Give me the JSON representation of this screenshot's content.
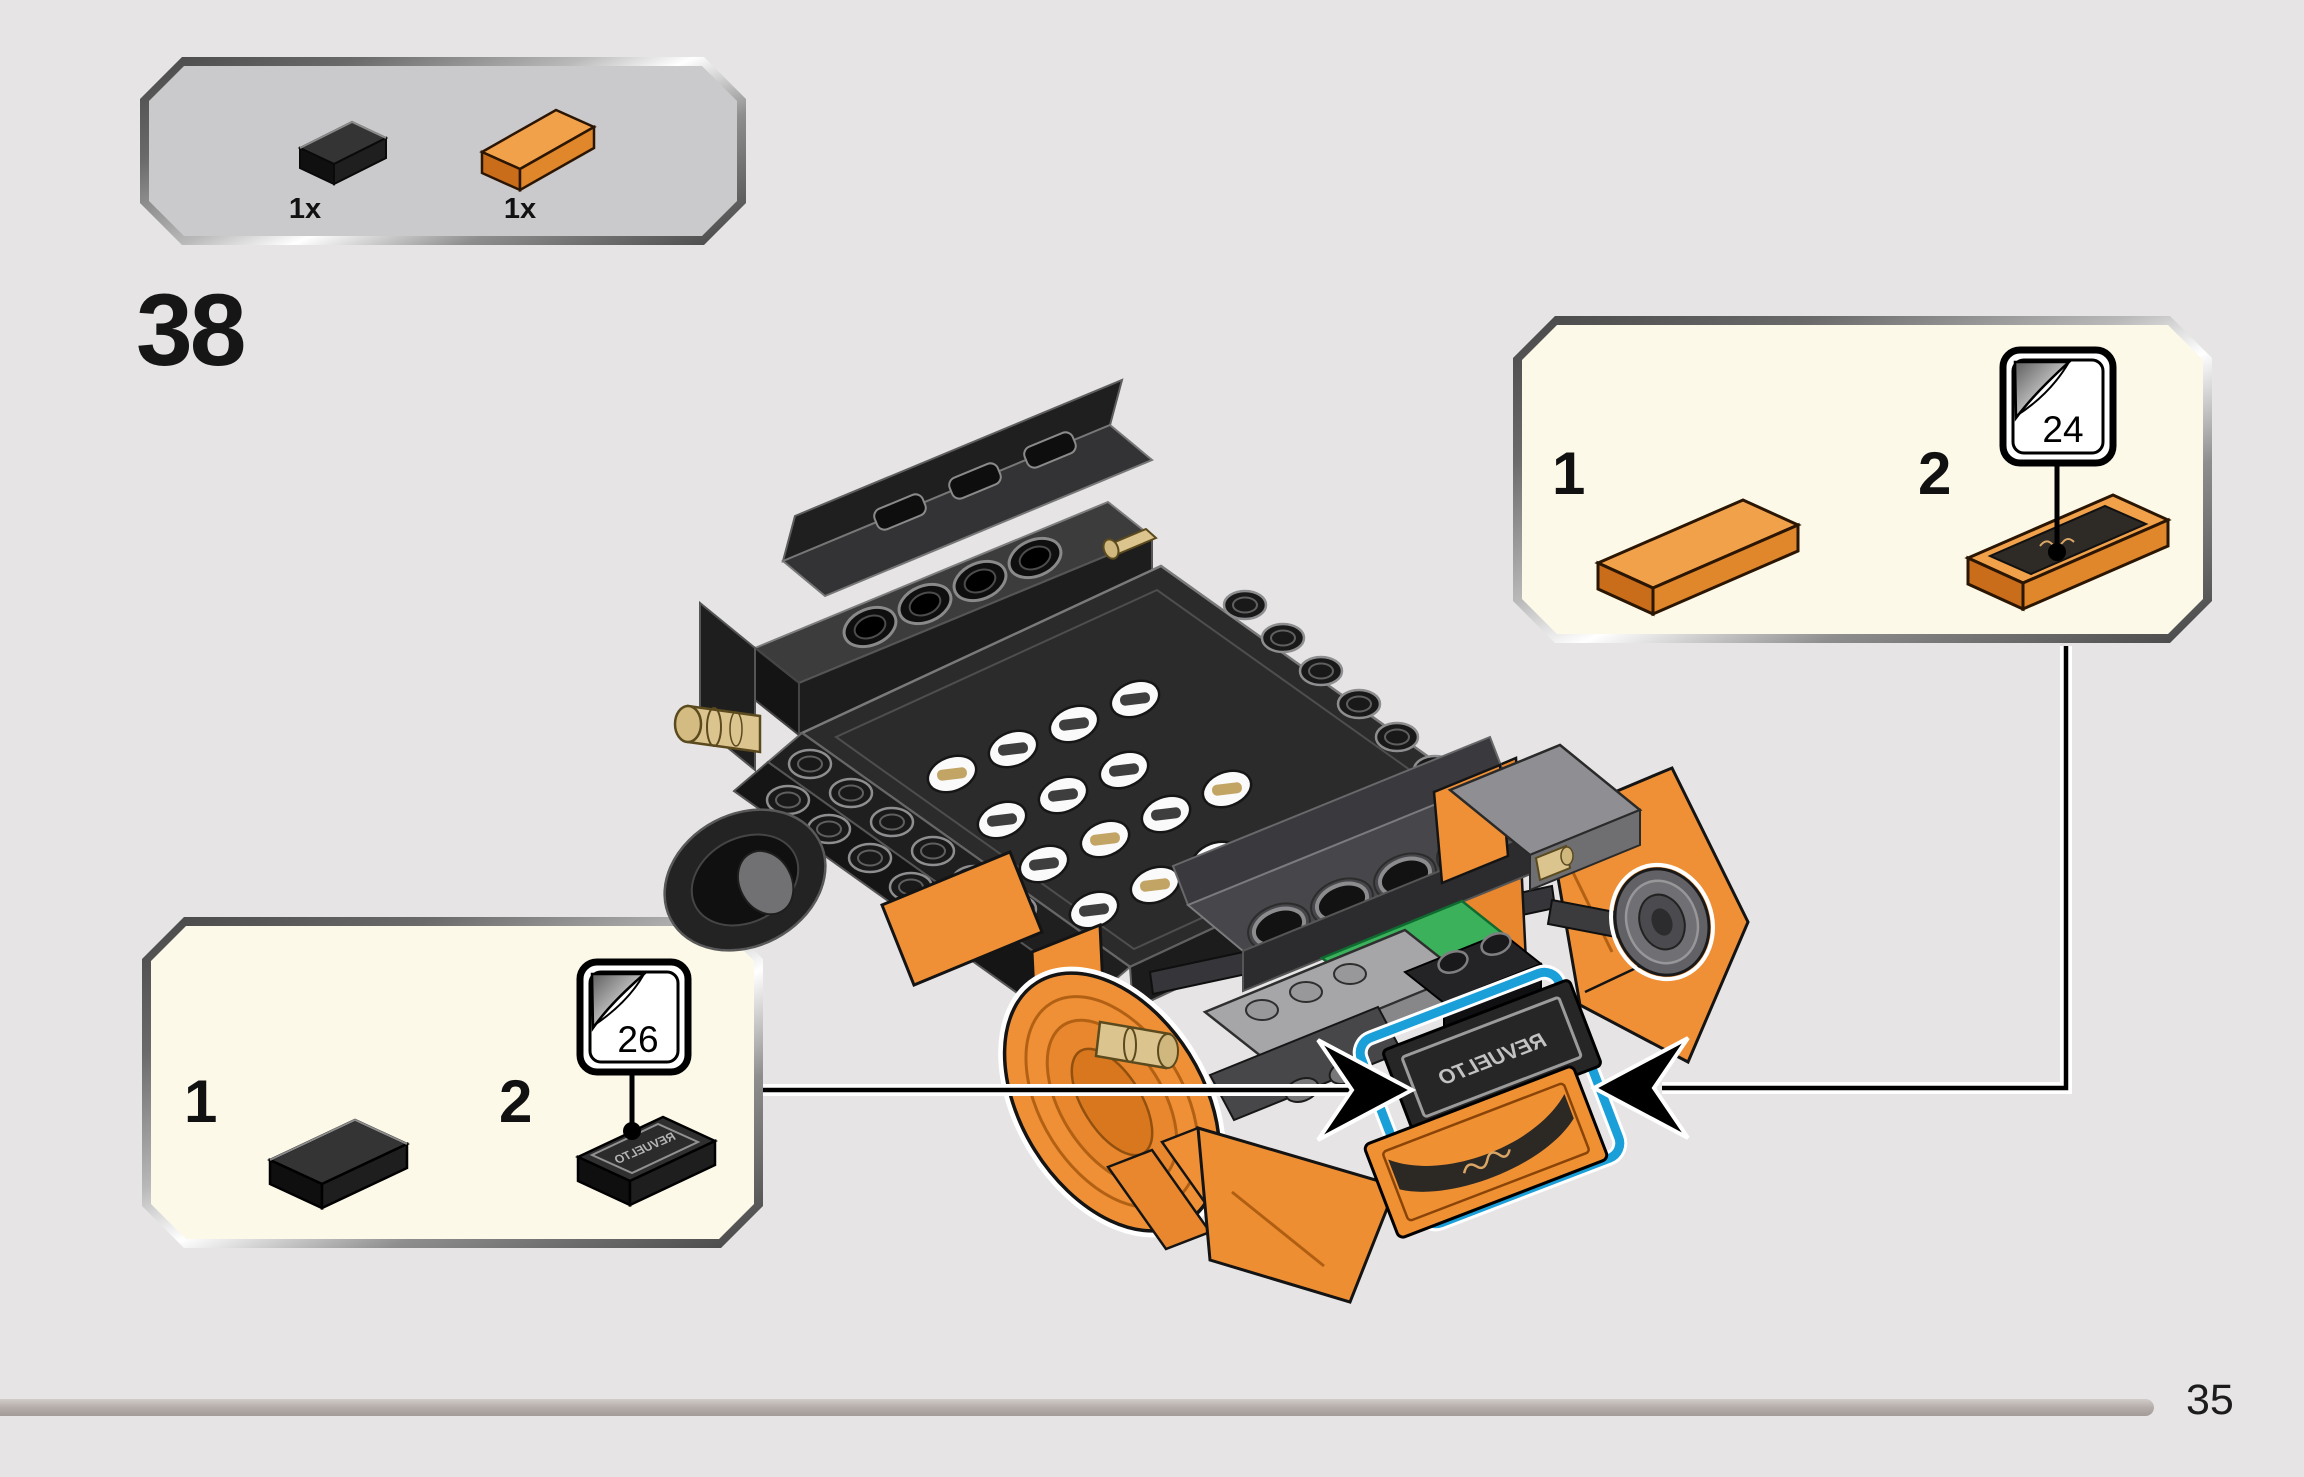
{
  "page": {
    "step_number": "38",
    "page_number": "35",
    "background": "#e6e4e5"
  },
  "parts_box": {
    "items": [
      {
        "count": "1x",
        "part": "tile 1x2 black"
      },
      {
        "count": "1x",
        "part": "tile 1x3 orange"
      }
    ]
  },
  "callout_left": {
    "step_1_label": "1",
    "step_2_label": "2",
    "sticker_number": "26",
    "sticker_text": "REVUELTO",
    "parts": [
      "tile 1x2 black",
      "tile 1x2 black with sticker 26"
    ]
  },
  "callout_right": {
    "step_1_label": "1",
    "step_2_label": "2",
    "sticker_number": "24",
    "sticker_text": "REVUELTO",
    "parts": [
      "tile 1x3 orange",
      "tile 1x3 orange with sticker 24"
    ]
  },
  "model": {
    "description": "car chassis rear view with sticker tiles highlighted",
    "sticker_text": "REVUELTO",
    "highlight_color": "#1b9fd9"
  },
  "colors": {
    "background": "#e6e4e5",
    "panel_gray": "#cac9cb",
    "panel_cream": "#fdf9e8",
    "orange": "#ef9036",
    "green": "#3cb15c",
    "tan": "#dcc48f",
    "blue_highlight": "#1b9fd9",
    "progress_bar": "#b4adaa"
  }
}
